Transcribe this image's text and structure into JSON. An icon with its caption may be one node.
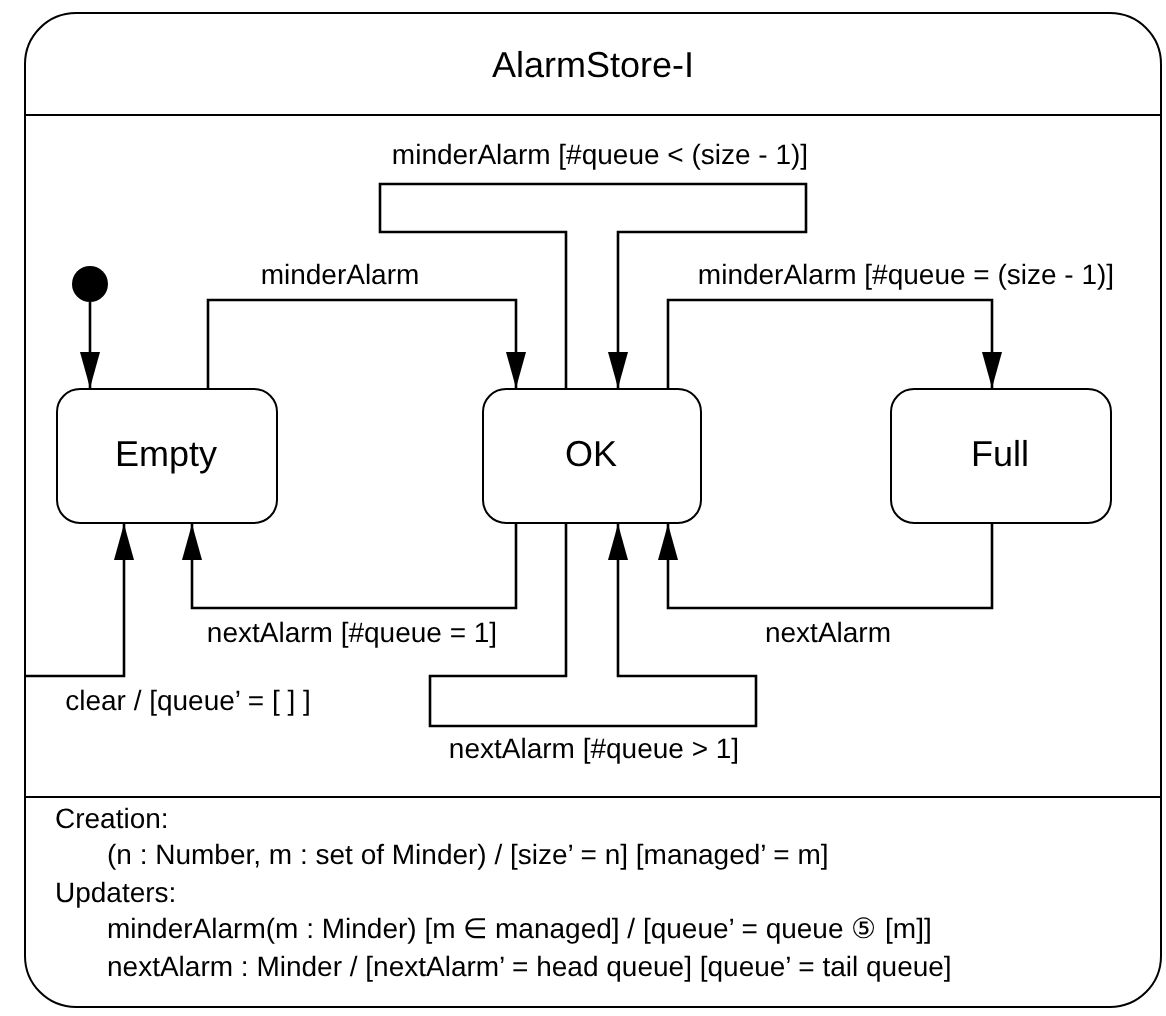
{
  "diagram": {
    "nodes": [
      {
        "text": [
          "AlarmStore-I"
        ]
      },
      {
        "text": [],
        "shape": "circle",
        "in": 0
      },
      {
        "text": [
          "Empty"
        ],
        "in": 0
      },
      {
        "text": [
          "OK"
        ],
        "in": 0
      },
      {
        "text": [
          "Full"
        ],
        "in": 0
      }
    ],
    "edges": [
      {
        "from": 1,
        "to": 2,
        "arrow": "to"
      },
      {
        "from": 2,
        "to": 3,
        "arrow": "to",
        "label": "minderAlarm"
      },
      {
        "from": 3,
        "to": 3,
        "arrow": "to",
        "label": "minderAlarm [#queue < (size - 1)]"
      },
      {
        "from": 3,
        "to": 4,
        "arrow": "to",
        "label": "minderAlarm [#queue = (size - 1)]"
      },
      {
        "from": 3,
        "to": 2,
        "arrow": "to",
        "label": "nextAlarm [#queue = 1]"
      },
      {
        "from": 4,
        "to": 3,
        "arrow": "to",
        "label": "nextAlarm"
      },
      {
        "from": 3,
        "to": 3,
        "arrow": "to",
        "label": "nextAlarm [#queue > 1]"
      },
      {
        "from": 0,
        "to": 2,
        "arrow": "to",
        "label": "clear / [queue’ = [ ] ]"
      }
    ],
    "labels": [
      "Creation:",
      "(n : Number, m : set of Minder) / [size’ = n] [managed’ = m]",
      "Updaters:",
      "minderAlarm(m : Minder) [m ∈ managed] / [queue’ = queue ⑤ [m]]",
      "nextAlarm : Minder / [nextAlarm’ = head queue] [queue’ = tail queue]"
    ]
  }
}
